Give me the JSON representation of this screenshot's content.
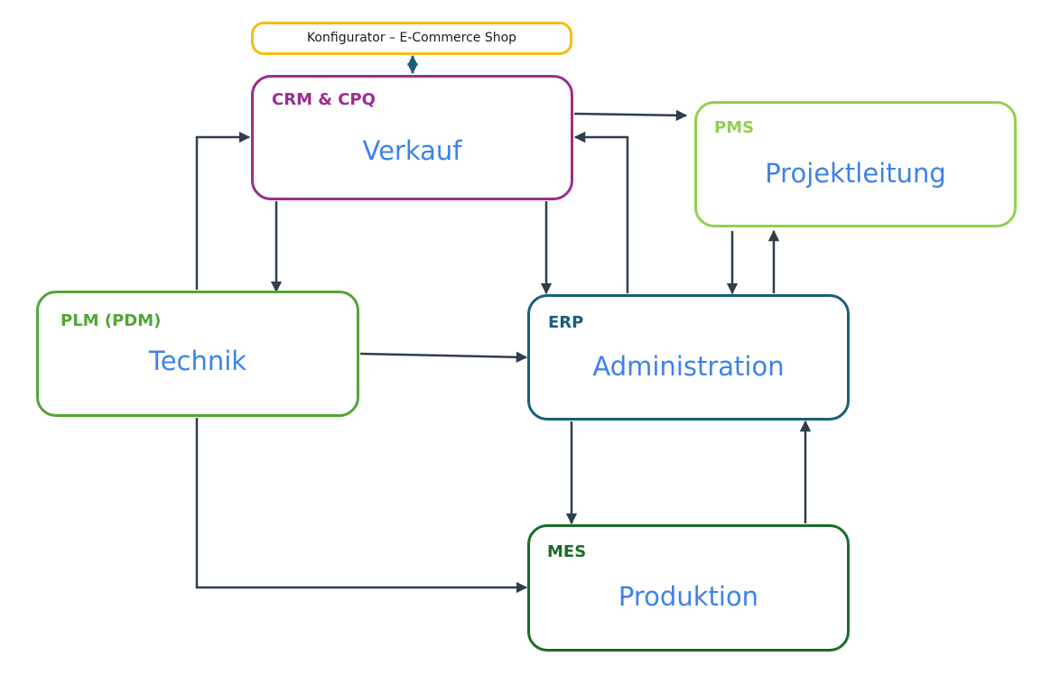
{
  "diagram": {
    "nodes": [
      {
        "id": "konfig",
        "tag": "",
        "label": "Konfigurator – E-Commerce Shop",
        "color": "#f5bd12"
      },
      {
        "id": "crm",
        "tag": "CRM & CPQ",
        "label": "Verkauf",
        "color": "#9a2e91"
      },
      {
        "id": "pms",
        "tag": "PMS",
        "label": "Projektleitung",
        "color": "#92d050"
      },
      {
        "id": "plm",
        "tag": "PLM (PDM)",
        "label": "Technik",
        "color": "#52a535"
      },
      {
        "id": "erp",
        "tag": "ERP",
        "label": "Administration",
        "color": "#1a5f7a"
      },
      {
        "id": "mes",
        "tag": "MES",
        "label": "Produktion",
        "color": "#1e6b2a"
      }
    ],
    "edges": [
      {
        "from": "konfig",
        "to": "crm",
        "bidirectional": true
      },
      {
        "from": "crm",
        "to": "pms"
      },
      {
        "from": "erp",
        "to": "crm"
      },
      {
        "from": "plm",
        "to": "crm"
      },
      {
        "from": "crm",
        "to": "plm"
      },
      {
        "from": "crm",
        "to": "erp"
      },
      {
        "from": "pms",
        "to": "erp"
      },
      {
        "from": "erp",
        "to": "pms"
      },
      {
        "from": "plm",
        "to": "erp"
      },
      {
        "from": "erp",
        "to": "mes"
      },
      {
        "from": "mes",
        "to": "erp"
      },
      {
        "from": "plm",
        "to": "mes"
      }
    ],
    "colors": {
      "label_text": "#3e82e6",
      "arrow": "#2f3d4f",
      "bidirectional_arrow": "#1a5f7a"
    }
  }
}
